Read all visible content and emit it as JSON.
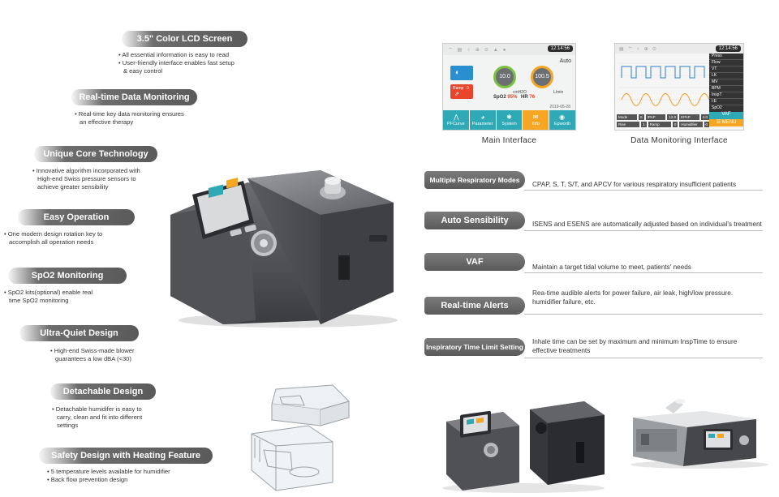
{
  "features": [
    {
      "title": "3.5\" Color LCD Screen",
      "bullets": [
        "• All essential information is easy to read",
        "• User-friendly interface enables fast setup",
        "  & easy control"
      ]
    },
    {
      "title": "Real-time Data Monitoring",
      "bullets": [
        "• Real-time key data monitoring ensures",
        "  an effective therapy"
      ]
    },
    {
      "title": "Unique Core Technology",
      "bullets": [
        "• Innovative algorithm incorporated with",
        "  High-end Swiss pressure sensors to",
        "  achieve greater sensibility"
      ]
    },
    {
      "title": "Easy Operation",
      "bullets": [
        "• One modern design rotation key to",
        "  accomplish all operation needs"
      ]
    },
    {
      "title": "SpO2 Monitoring",
      "bullets": [
        "• SpO2 kits(optional) enable real",
        "  time SpO2 monitoring"
      ]
    },
    {
      "title": "Ultra-Quiet Design",
      "bullets": [
        "• High-end Swiss-made blower",
        "  guarantees a low dBA (<30)"
      ]
    },
    {
      "title": "Detachable Design",
      "bullets": [
        "• Detachable humidifer is easy to",
        "  carry, clean and fit into different",
        "  settings"
      ]
    },
    {
      "title": "Safety Design with Heating Feature",
      "bullets": [
        "• 5 temperature levels available for humidifier",
        "• Back flow prevention design"
      ]
    }
  ],
  "main_screen": {
    "time": "12:14:56",
    "mode": "Auto",
    "pressure": "10.0",
    "pressure_unit": "cmH2O",
    "flow": "100.5",
    "flow_unit": "L/min",
    "spo2_label": "SpO2",
    "spo2_value": "95%",
    "hr_label": "HR",
    "hr_value": "76",
    "date": "2019-05-28",
    "ramp_label": "Ramp",
    "ramp_value": "0",
    "tabs": [
      "PFCurve",
      "Parameter",
      "System",
      "Info",
      "Epworth"
    ],
    "caption": "Main Interface"
  },
  "data_screen": {
    "time": "12:14:56",
    "menu_items": [
      "Press",
      "Flow",
      "VT",
      "LK",
      "MV",
      "BPM",
      "InspT",
      "I:E",
      "SpO2"
    ],
    "vaf_label": "VAF",
    "menu_label": "MENU",
    "footer_row1": [
      "Mode",
      "S",
      "IPAP",
      "12.0",
      "EPAP",
      "4.0"
    ],
    "footer_row2": [
      "Rise",
      "1",
      "Ramp",
      "0",
      "Humidifier",
      "0"
    ],
    "caption": "Data Monitoring Interface"
  },
  "modes": [
    {
      "title": "Multiple Respiratory Modes",
      "desc": [
        "CPAP, S, T, S/T, and APCV for various respiratory insufficient patients"
      ]
    },
    {
      "title": "Auto Sensibility",
      "desc": [
        "ISENS and ESENS are automatically adjusted based on individual's treatment"
      ]
    },
    {
      "title": "VAF",
      "desc": [
        "Maintain a target tidal volume to meet, patients' needs"
      ]
    },
    {
      "title": "Real-time Alerts",
      "desc": [
        "Rea-time audible alerts for power failure, air leak, high/low pressure.",
        "humidifier failure, etc."
      ]
    },
    {
      "title": "Inspiratory Time Limit Setting",
      "desc": [
        "Inhale time can be set by maximum and minimum InspTime to ensure",
        "effective treatments"
      ]
    }
  ],
  "colors": {
    "pill": "#5e5e5e",
    "teal": "#2ea9b5",
    "orange": "#f5a623",
    "device_body": "#4a4c4f"
  }
}
